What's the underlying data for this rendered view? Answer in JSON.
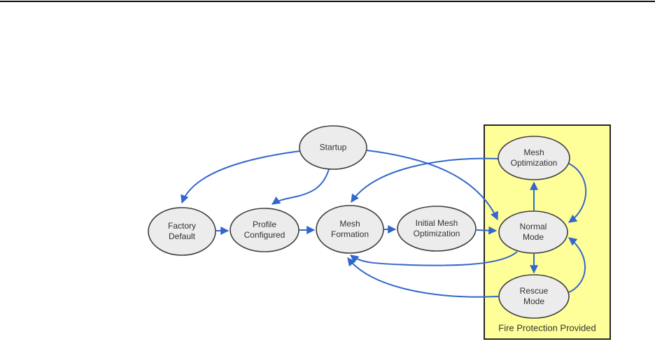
{
  "figure": {
    "type": "state-diagram",
    "nodes": {
      "startup": {
        "label": "Startup"
      },
      "factory_default": {
        "label": "Factory\nDefault"
      },
      "profile_configured": {
        "label": "Profile\nConfigured"
      },
      "mesh_formation": {
        "label": "Mesh\nFormation"
      },
      "initial_mesh_optimization": {
        "label": "Initial Mesh\nOptimization"
      },
      "mesh_optimization": {
        "label": "Mesh\nOptimization"
      },
      "normal_mode": {
        "label": "Normal\nMode"
      },
      "rescue_mode": {
        "label": "Rescue\nMode"
      }
    },
    "region": {
      "label": "Fire Protection Provided"
    },
    "edges": [
      {
        "from": "Startup",
        "to": "Factory Default"
      },
      {
        "from": "Startup",
        "to": "Profile Configured"
      },
      {
        "from": "Startup",
        "to": "Normal Mode"
      },
      {
        "from": "Factory Default",
        "to": "Profile Configured"
      },
      {
        "from": "Profile Configured",
        "to": "Mesh Formation"
      },
      {
        "from": "Mesh Formation",
        "to": "Initial Mesh Optimization"
      },
      {
        "from": "Initial Mesh Optimization",
        "to": "Normal Mode"
      },
      {
        "from": "Mesh Optimization",
        "to": "Mesh Formation"
      },
      {
        "from": "Normal Mode",
        "to": "Mesh Optimization"
      },
      {
        "from": "Mesh Optimization",
        "to": "Normal Mode"
      },
      {
        "from": "Normal Mode",
        "to": "Rescue Mode"
      },
      {
        "from": "Rescue Mode",
        "to": "Normal Mode"
      },
      {
        "from": "Normal Mode",
        "to": "Mesh Formation"
      },
      {
        "from": "Rescue Mode",
        "to": "Mesh Formation"
      }
    ],
    "colors": {
      "arrow": "#3366cc",
      "node_fill": "#ececec",
      "node_border": "#3f3f3f",
      "region_fill": "#ffff99",
      "region_border": "#262626",
      "label_text": "#333333"
    }
  }
}
